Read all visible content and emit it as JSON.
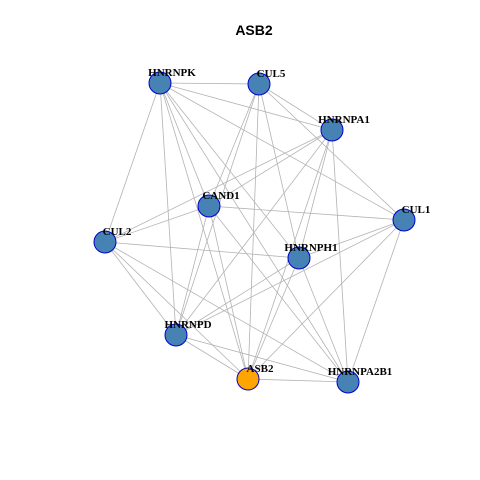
{
  "title": "ASB2",
  "colors": {
    "node_fill": "#4682b4",
    "node_stroke": "#0000cd",
    "focus_fill": "#ffa500",
    "edge": "#b3b3b3"
  },
  "nodes": [
    {
      "id": "HNRNPK",
      "label": "HNRNPK",
      "focus": false
    },
    {
      "id": "CUL5",
      "label": "CUL5",
      "focus": false
    },
    {
      "id": "HNRNPA1",
      "label": "HNRNPA1",
      "focus": false
    },
    {
      "id": "CAND1",
      "label": "CAND1",
      "focus": false
    },
    {
      "id": "CUL1",
      "label": "CUL1",
      "focus": false
    },
    {
      "id": "CUL2",
      "label": "CUL2",
      "focus": false
    },
    {
      "id": "HNRNPH1",
      "label": "HNRNPH1",
      "focus": false
    },
    {
      "id": "HNRNPD",
      "label": "HNRNPD",
      "focus": false
    },
    {
      "id": "ASB2",
      "label": "ASB2",
      "focus": true
    },
    {
      "id": "HNRNPA2B1",
      "label": "HNRNPA2B1",
      "focus": false
    }
  ],
  "edges": [
    [
      "HNRNPK",
      "CUL5"
    ],
    [
      "HNRNPK",
      "HNRNPA1"
    ],
    [
      "HNRNPK",
      "CAND1"
    ],
    [
      "HNRNPK",
      "CUL1"
    ],
    [
      "HNRNPK",
      "CUL2"
    ],
    [
      "HNRNPK",
      "HNRNPH1"
    ],
    [
      "HNRNPK",
      "HNRNPD"
    ],
    [
      "HNRNPK",
      "ASB2"
    ],
    [
      "HNRNPK",
      "HNRNPA2B1"
    ],
    [
      "CUL5",
      "HNRNPA1"
    ],
    [
      "CUL5",
      "CAND1"
    ],
    [
      "CUL5",
      "CUL1"
    ],
    [
      "CUL5",
      "HNRNPH1"
    ],
    [
      "CUL5",
      "HNRNPD"
    ],
    [
      "CUL5",
      "ASB2"
    ],
    [
      "HNRNPA1",
      "CAND1"
    ],
    [
      "HNRNPA1",
      "CUL2"
    ],
    [
      "HNRNPA1",
      "HNRNPH1"
    ],
    [
      "HNRNPA1",
      "HNRNPD"
    ],
    [
      "HNRNPA1",
      "ASB2"
    ],
    [
      "HNRNPA1",
      "HNRNPA2B1"
    ],
    [
      "CAND1",
      "CUL1"
    ],
    [
      "CAND1",
      "CUL2"
    ],
    [
      "CAND1",
      "HNRNPD"
    ],
    [
      "CAND1",
      "ASB2"
    ],
    [
      "CAND1",
      "HNRNPA2B1"
    ],
    [
      "CUL1",
      "HNRNPH1"
    ],
    [
      "CUL1",
      "HNRNPD"
    ],
    [
      "CUL1",
      "ASB2"
    ],
    [
      "CUL1",
      "HNRNPA2B1"
    ],
    [
      "CUL2",
      "HNRNPH1"
    ],
    [
      "CUL2",
      "HNRNPD"
    ],
    [
      "CUL2",
      "ASB2"
    ],
    [
      "CUL2",
      "HNRNPA2B1"
    ],
    [
      "HNRNPH1",
      "HNRNPD"
    ],
    [
      "HNRNPH1",
      "ASB2"
    ],
    [
      "HNRNPH1",
      "HNRNPA2B1"
    ],
    [
      "HNRNPD",
      "ASB2"
    ],
    [
      "HNRNPD",
      "HNRNPA2B1"
    ],
    [
      "ASB2",
      "HNRNPA2B1"
    ]
  ]
}
